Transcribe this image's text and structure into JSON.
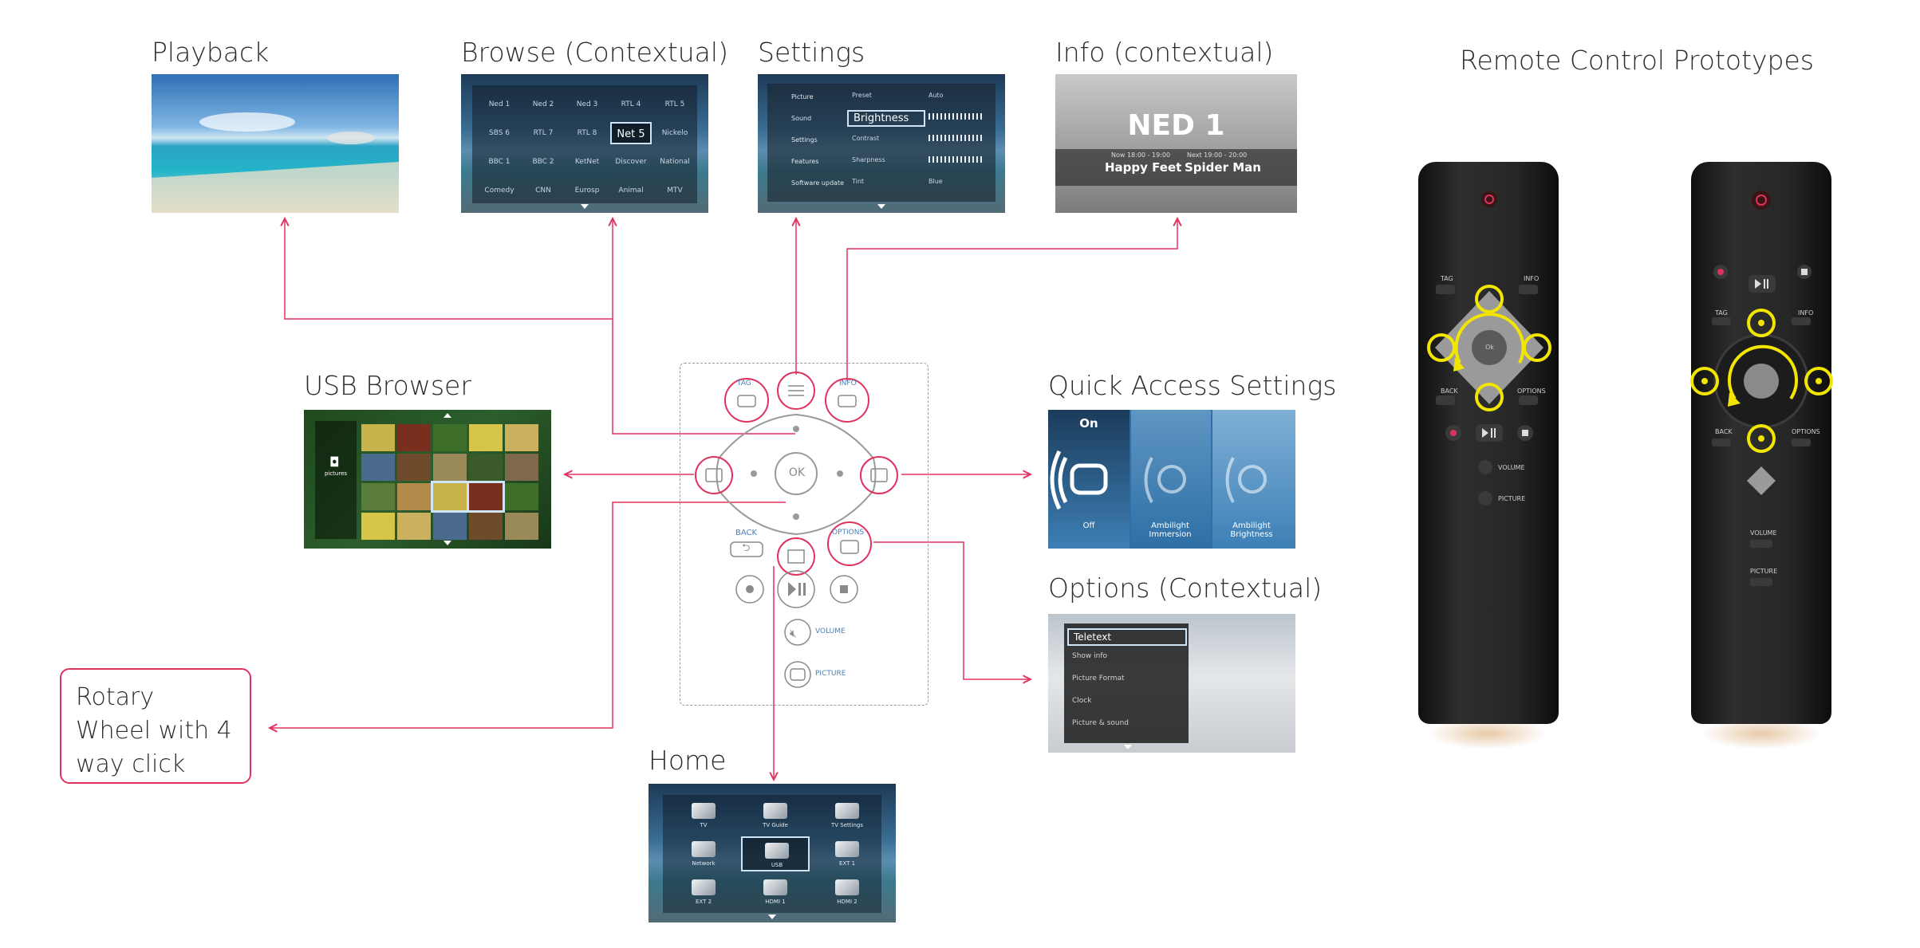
{
  "titles": {
    "playback": "Playback",
    "browse": "Browse (Contextual)",
    "settings": "Settings",
    "info": "Info (contextual)",
    "remotes": "Remote Control Prototypes",
    "usb": "USB Browser",
    "quick": "Quick Access Settings",
    "options": "Options (Contextual)",
    "home": "Home"
  },
  "rotary_note": "Rotary Wheel with 4 way click",
  "browse_grid": [
    [
      "Ned 1",
      "Ned 2",
      "Ned 3",
      "RTL 4",
      "RTL 5"
    ],
    [
      "SBS 6",
      "RTL 7",
      "RTL 8",
      "Net 5",
      "Nickelo"
    ],
    [
      "BBC 1",
      "BBC 2",
      "KetNet",
      "Discover",
      "National"
    ],
    [
      "Comedy",
      "CNN",
      "Eurosp",
      "Animal",
      "MTV"
    ]
  ],
  "settings_menu": {
    "left": [
      "Picture",
      "Sound",
      "Settings",
      "Features",
      "Software update"
    ],
    "middle": [
      "Preset",
      "Brightness",
      "Contrast",
      "Sharpness",
      "Tint"
    ],
    "values": [
      "Auto",
      "",
      "",
      "",
      "Blue"
    ]
  },
  "info_screen": {
    "channel": "NED 1",
    "now_label": "Now 18:00 - 19:00",
    "now_show": "Happy Feet",
    "next_label": "Next 19:00 - 20:00",
    "next_show": "Spider Man"
  },
  "usb_screen": {
    "selected": "pictures"
  },
  "quick_access": {
    "tiles": [
      "Off",
      "Ambilight Immersion",
      "Ambilight Brightness"
    ],
    "state": "On"
  },
  "options_menu": [
    "Teletext",
    "Show info",
    "Picture Format",
    "Clock",
    "Picture & sound"
  ],
  "home_menu": [
    [
      "TV",
      "TV Guide",
      "TV Settings"
    ],
    [
      "Network",
      "USB",
      "EXT 1"
    ],
    [
      "EXT 2",
      "HDMI 1",
      "HDMI 2"
    ]
  ],
  "remote_diagram": {
    "tag": "TAG",
    "info": "INFO",
    "ok": "OK",
    "back": "BACK",
    "options": "OPTIONS",
    "volume": "VOLUME",
    "picture": "PICTURE"
  },
  "remote_proto": {
    "tag": "TAG",
    "info": "INFO",
    "back": "BACK",
    "options": "OPTIONS",
    "volume": "VOLUME",
    "picture": "PICTURE",
    "ok": "Ok"
  },
  "colors": {
    "accent": "#e0325f",
    "highlight_yellow": "#f2e600",
    "remote_body": "#1f1f1f"
  }
}
